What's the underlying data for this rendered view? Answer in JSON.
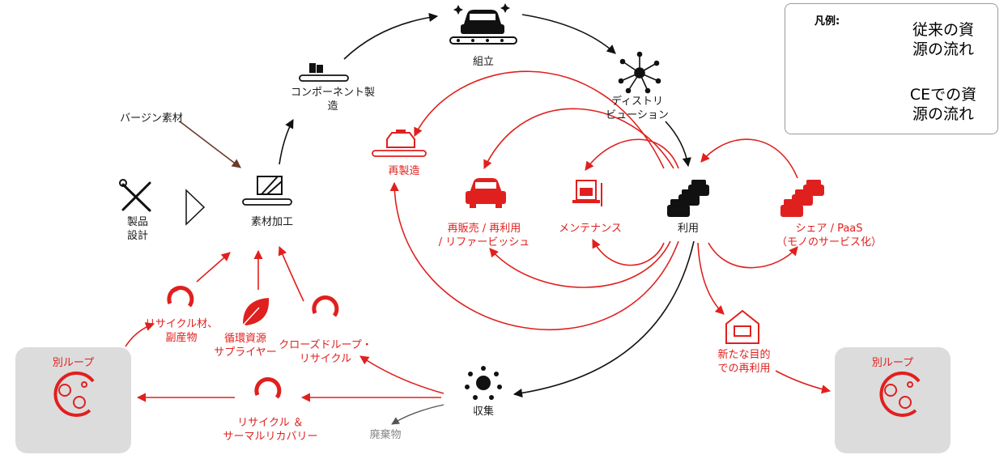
{
  "legend": {
    "title": "凡例:",
    "traditional": [
      "従来の資",
      "源の流れ"
    ],
    "ce": [
      "CEでの資",
      "源の流れ"
    ]
  },
  "nodes": {
    "assembly": "組立",
    "component": [
      "コンポーネント製",
      "造"
    ],
    "distribution": [
      "ディストリ",
      "ビューション"
    ],
    "virgin": "バージン素材",
    "product_design": [
      "製品",
      "設計"
    ],
    "material_processing": "素材加工",
    "remanufacturing": "再製造",
    "resale": [
      "再販売 / 再利用",
      "/ リファービッシュ"
    ],
    "maintenance": "メンテナンス",
    "use": "利用",
    "share": [
      "シェア / PaaS",
      "（モノのサービス化）"
    ],
    "recycled_material": [
      "リサイクル材、",
      "副産物"
    ],
    "circular_supplier": [
      "循環資源",
      "サプライヤー"
    ],
    "closed_loop": [
      "クローズドループ・",
      "リサイクル"
    ],
    "new_purpose": [
      "新たな目的",
      "での再利用"
    ],
    "collection": "収集",
    "thermal": [
      "リサイクル ＆",
      "サーマルリカバリー"
    ],
    "waste": "廃棄物",
    "loop_left": "別ループ",
    "loop_right": "別ループ"
  },
  "colors": {
    "traditional": "#111111",
    "ce": "#e0201e",
    "virgin": "#6b3a2a",
    "waste": "#888888",
    "box": "#dcdcdc"
  }
}
